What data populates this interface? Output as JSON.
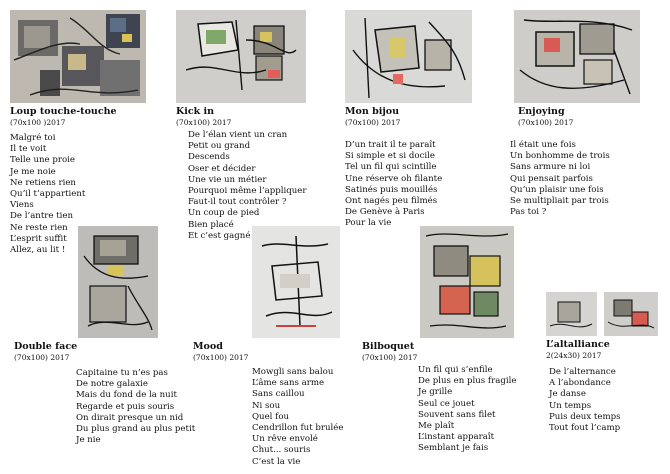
{
  "works": [
    {
      "title": "Loup touche-touche",
      "size": "(70x100 )2017",
      "poem": [
        "Malgré toi",
        "Il te voit",
        "Telle une proie",
        "Je me noie",
        "Ne retiens rien",
        "Qu’il t’appartient",
        "Viens",
        "De l’antre tien",
        "Ne reste rien",
        "L’esprit suffit",
        "Allez, au lit !"
      ]
    },
    {
      "title": "Kick in",
      "size": "(70x100) 2017",
      "poem": [
        "De l’élan vient un cran",
        "Petit ou grand",
        "Descends",
        "Oser et décider",
        "Une vie un métier",
        "Pourquoi même l’appliquer",
        "Faut-il tout contrôler ?",
        "Un coup de pied",
        "Bien placé",
        "Et c’est gagné"
      ]
    },
    {
      "title": "Mon bijou",
      "size": "(70x100) 2017",
      "poem": [
        "D’un trait il te paraît",
        "Si simple et si docile",
        "Tel un fil qui scintille",
        "Une réserve oh filante",
        "Satinés puis mouillés",
        "Ont nagés peu filmés",
        "De Genève à Paris",
        "Pour la vie"
      ]
    },
    {
      "title": "Enjoying",
      "size": "(70x100) 2017",
      "poem": [
        "Il était une fois",
        "Un bonhomme de trois",
        "Sans armure ni loi",
        "Qui pensait parfois",
        "Qu’un plaisir une fois",
        "Se multipliait par trois",
        "Pas toi ?"
      ]
    },
    {
      "title": "Double face",
      "size": "(70x100) 2017",
      "poem": [
        "Capitaine tu n’es pas",
        "De notre galaxie",
        "Mais du fond de la nuit",
        "Regarde et puis souris",
        "On dirait presque un nid",
        "Du plus grand au plus petit",
        "Je nie"
      ]
    },
    {
      "title": "Mood",
      "size": "(70x100) 2017",
      "poem": [
        "Mowgli sans balou",
        "L’âme sans arme",
        "Sans caillou",
        "Ni sou",
        "Quel fou",
        "Cendrillon fut brulée",
        "Un rêve envolé",
        "Chut... souris",
        "C’est la vie"
      ]
    },
    {
      "title": "Bilboquet",
      "size": "(70x100) 2017",
      "poem": [
        "Un fil qui s’enfile",
        "De plus en plus fragile",
        "Je grille",
        "Seul ce jouet",
        "Souvent sans filet",
        "Me plaît",
        "L’instant apparaît",
        "Semblant je fais"
      ]
    },
    {
      "title": "L’altalliance",
      "size": "2(24x30) 2017",
      "poem": [
        "De l’alternance",
        "A l’abondance",
        "Je danse",
        "Un temps",
        "Puis deux temps",
        "Tout fout l’camp"
      ]
    }
  ]
}
